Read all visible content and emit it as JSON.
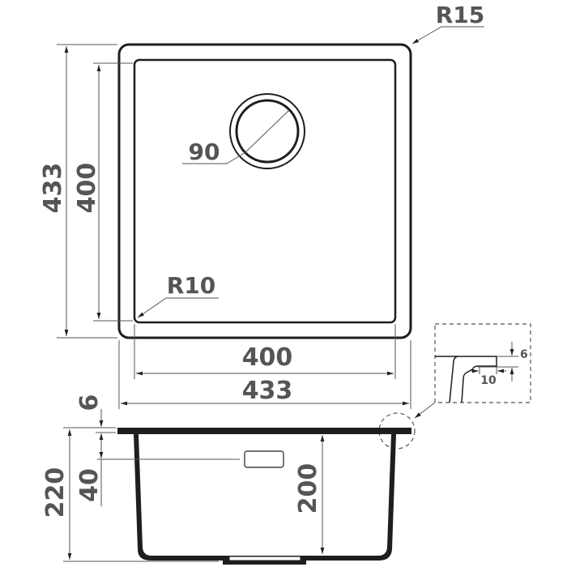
{
  "top_view": {
    "overall_height": "433",
    "bowl_height": "400",
    "bowl_width": "400",
    "overall_width": "433",
    "outer_radius": "R15",
    "inner_radius": "R10",
    "drain_diameter": "90"
  },
  "detail": {
    "rim_thickness": "6",
    "rim_overhang": "10"
  },
  "side_view": {
    "rim_thickness": "6",
    "overflow_depth": "40",
    "total_depth": "220",
    "bowl_depth": "200"
  },
  "colors": {
    "line": "#1e1e1e",
    "dimension": "#555555"
  }
}
